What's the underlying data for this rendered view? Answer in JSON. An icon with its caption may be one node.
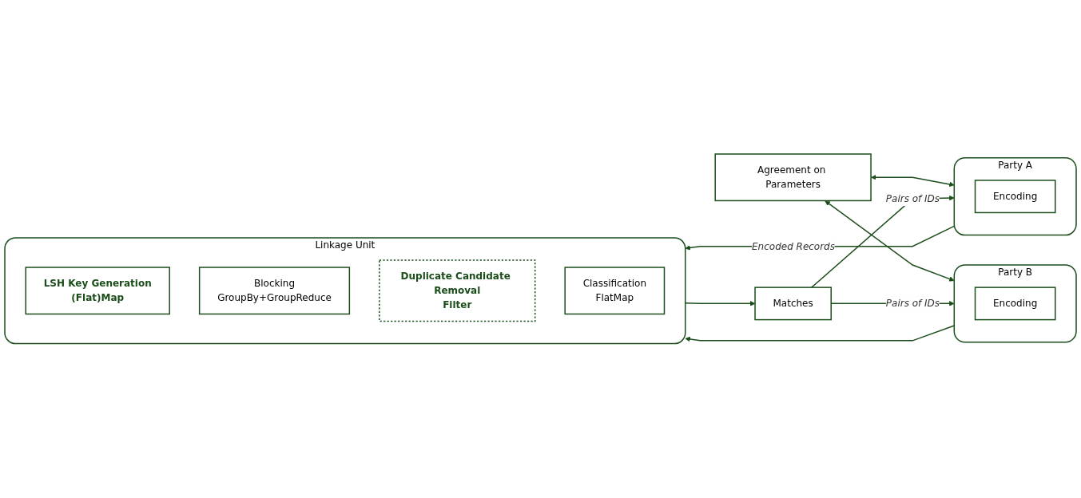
{
  "diagram": {
    "nodes": [
      {
        "text": [
          "Party A"
        ]
      },
      {
        "text": [
          "Encoding"
        ],
        "in": 0
      },
      {
        "text": [
          "Agreement on Parameters"
        ]
      },
      {
        "text": [
          "Party B"
        ]
      },
      {
        "text": [
          "Encoding"
        ],
        "in": 3
      },
      {
        "text": [
          "Linkage Unit"
        ]
      },
      {
        "text": [
          "LSH Key Generation",
          "(Flat)Map"
        ],
        "in": 5
      },
      {
        "text": [
          "Blocking",
          "GroupBy+GroupReduce"
        ],
        "in": 5
      },
      {
        "text": [
          "Duplicate Candidate Removal",
          "Filter"
        ],
        "in": 5
      },
      {
        "text": [
          "Classification",
          "FlatMap"
        ],
        "in": 5
      },
      {
        "text": [
          "Matches"
        ]
      }
    ],
    "edges": [
      {
        "from": 2,
        "to": 0,
        "arrow": "both"
      },
      {
        "from": 2,
        "to": 3,
        "arrow": "both"
      },
      {
        "from": 0,
        "to": 5,
        "arrow": "to",
        "label": "Encoded Records"
      },
      {
        "from": 3,
        "to": 5,
        "arrow": "to"
      },
      {
        "from": 5,
        "to": 10,
        "arrow": "to"
      },
      {
        "from": 10,
        "to": 0,
        "arrow": "to",
        "label": "Pairs of IDs"
      },
      {
        "from": 10,
        "to": 3,
        "arrow": "to",
        "label": "Pairs of IDs"
      }
    ]
  }
}
